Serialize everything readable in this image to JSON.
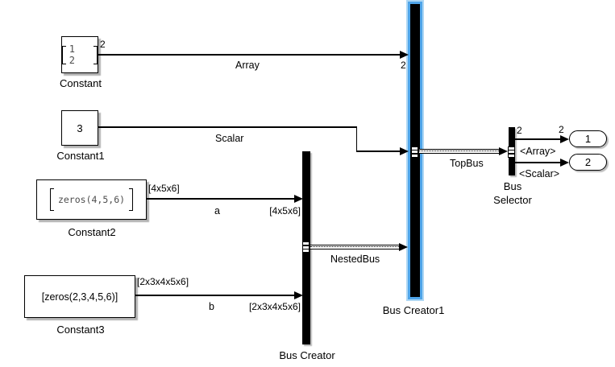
{
  "colors": {
    "selection_blue": "#4FA5E9",
    "block_border": "#000000",
    "shadow_gray": "#7d7d7d",
    "canvas_bg": "#ffffff",
    "matrix_value_text": "#4d4d4d"
  },
  "blocks": {
    "constant": {
      "label": "Constant",
      "value": "1 2"
    },
    "constant1": {
      "label": "Constant1",
      "value": "3"
    },
    "constant2": {
      "label": "Constant2",
      "value": "zeros(4,5,6)"
    },
    "constant3": {
      "label": "Constant3",
      "value": "[zeros(2,3,4,5,6)]"
    },
    "bus_creator": {
      "label": "Bus Creator"
    },
    "bus_creator1": {
      "label": "Bus Creator1"
    },
    "bus_selector": {
      "label_line1": "Bus",
      "label_line2": "Selector"
    },
    "outport1": {
      "label": "1"
    },
    "outport2": {
      "label": "2"
    }
  },
  "signals": {
    "array": {
      "label": "Array",
      "dim_src": "2",
      "dim_dst": "2"
    },
    "scalar": {
      "label": "Scalar"
    },
    "a": {
      "label": "a",
      "dim_src": "[4x5x6]",
      "dim_dst": "[4x5x6]"
    },
    "b": {
      "label": "b",
      "dim_src": "[2x3x4x5x6]",
      "dim_dst": "[2x3x4x5x6]"
    },
    "nested_bus": {
      "label": "NestedBus"
    },
    "top_bus": {
      "label": "TopBus"
    },
    "sel_array": {
      "label": "<Array>",
      "dim_src": "2",
      "dim_dst": "2"
    },
    "sel_scalar": {
      "label": "<Scalar>"
    }
  }
}
